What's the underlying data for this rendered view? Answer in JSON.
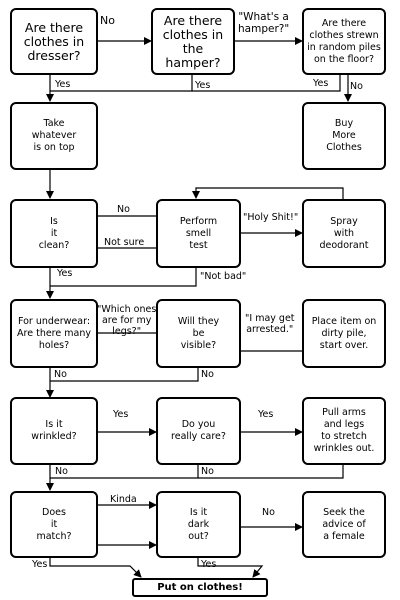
{
  "nodes": {
    "n1": "Are there\nclothes in\ndresser?",
    "n2": "Are there\nclothes in\nthe hamper?",
    "n3": "Are there\nclothes strewn\nin random piles\non the floor?",
    "n4": "Take\nwhatever\nis on top",
    "n5": "Buy\nMore\nClothes",
    "n6": "Is\nit\nclean?",
    "n7": "Perform\nsmell\ntest",
    "n8": "Spray\nwith\ndeodorant",
    "n9": "For underwear:\nAre there many\nholes?",
    "n10": "Will they\nbe\nvisible?",
    "n11": "Place item on\ndirty pile,\nstart over.",
    "n12": "Is it\nwrinkled?",
    "n13": "Do you\nreally care?",
    "n14": "Pull arms\nand legs\nto stretch\nwrinkles out.",
    "n15": "Does\nit\nmatch?",
    "n16": "Is it\ndark\nout?",
    "n17": "Seek the\nadvice of\na female",
    "final": "Put on clothes!"
  },
  "labels": {
    "l_no_1_2": "No",
    "l_hamper": "\"What's a\nhamper?\"",
    "l_yes_1": "Yes",
    "l_yes_2": "Yes",
    "l_yes_3": "Yes",
    "l_no_3": "No",
    "l_no_6_7": "No",
    "l_notsure": "Not sure",
    "l_holy": "\"Holy Shit!\"",
    "l_notbad": "\"Not bad\"",
    "l_yes_6": "Yes",
    "l_legs": "\"Which ones\nare for my\nlegs?\"",
    "l_arrested": "\"I may get\narrested.\"",
    "l_no_9": "No",
    "l_no_10": "No",
    "l_yes_12": "Yes",
    "l_yes_13": "Yes",
    "l_no_12": "No",
    "l_no_13": "No",
    "l_kinda": "Kinda",
    "l_no_16": "No",
    "l_yes_15": "Yes",
    "l_yes_16": "Yes"
  }
}
